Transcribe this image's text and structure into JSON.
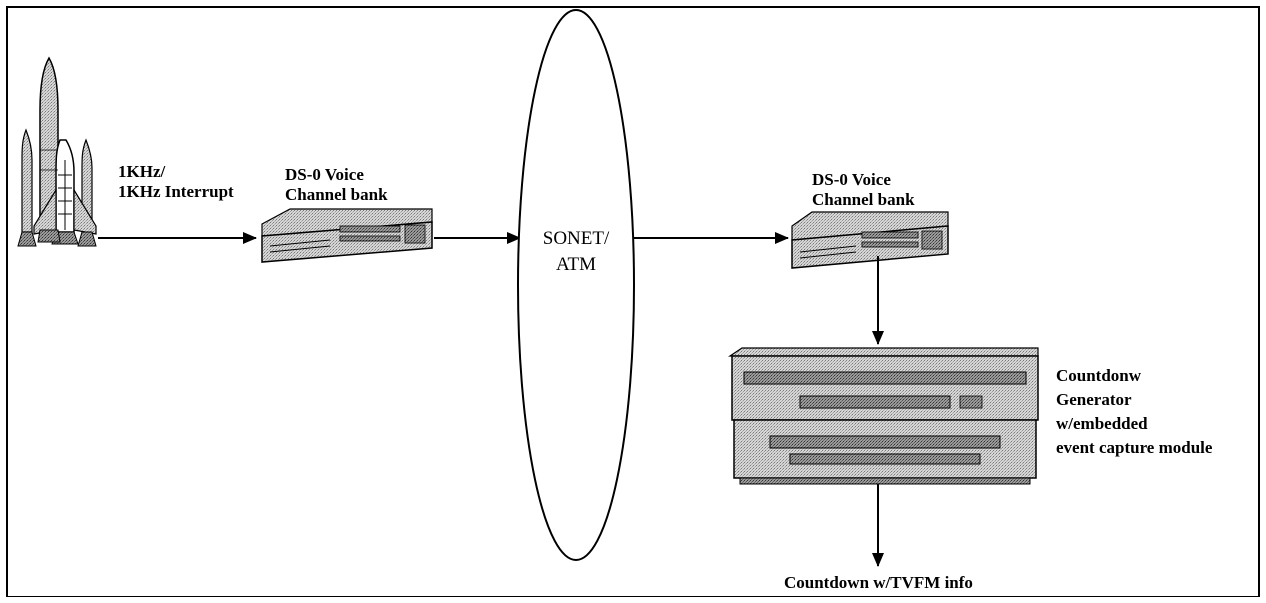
{
  "shuttle": {
    "icon": "space-shuttle-icon"
  },
  "link_label": {
    "line1": "1KHz/",
    "line2": "1KHz Interrupt"
  },
  "channel_bank_left": {
    "line1": "DS-0 Voice",
    "line2": "Channel bank",
    "icon": "channel-bank-device-icon"
  },
  "network": {
    "line1": "SONET/",
    "line2": "ATM"
  },
  "channel_bank_right": {
    "line1": "DS-0 Voice",
    "line2": "Channel bank",
    "icon": "channel-bank-device-icon"
  },
  "generator": {
    "line1": "Countdonw",
    "line2": "Generator",
    "line3": "w/embedded",
    "line4": "event capture module",
    "icon": "countdown-generator-device-icon"
  },
  "output_label": "Countdown w/TVFM info"
}
